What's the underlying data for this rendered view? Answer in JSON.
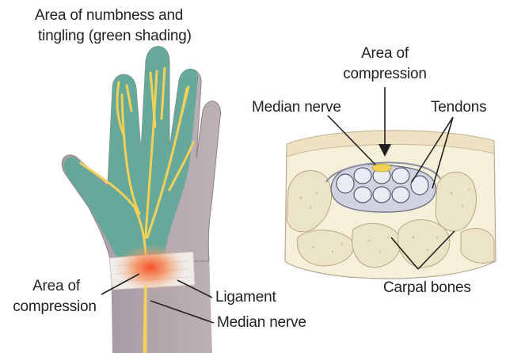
{
  "labels": {
    "numbness_line1": "Area of numbness and",
    "numbness_line2": "tingling (green shading)",
    "hand_compression_line1": "Area of",
    "hand_compression_line2": "compression",
    "ligament": "Ligament",
    "hand_median_nerve": "Median nerve",
    "section_compression_line1": "Area of",
    "section_compression_line2": "compression",
    "section_median_nerve": "Median nerve",
    "tendons": "Tendons",
    "carpal_bones": "Carpal bones"
  },
  "colors": {
    "numbness_shading": "#5fa898",
    "skin": "#b0a3a9",
    "nerve": "#f2d15a",
    "compression_glow": "#f26a3a",
    "ligament": "#f0ece8",
    "bone": "#efe8cf",
    "tendon": "#d9dee9"
  }
}
